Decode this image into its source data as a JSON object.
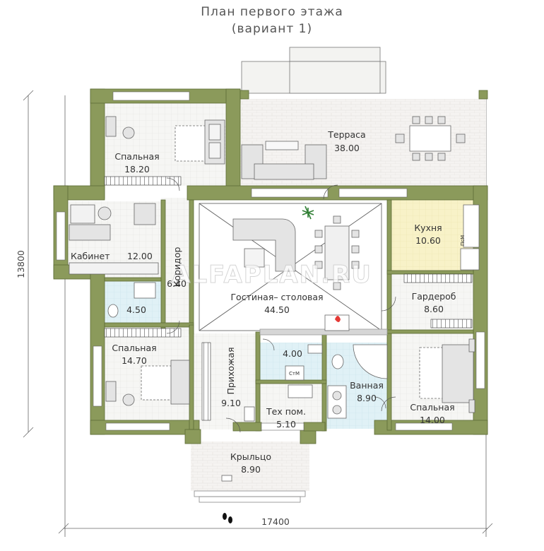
{
  "title": {
    "line1": "План первого этажа",
    "line2": "(вариант 1)"
  },
  "dimensions": {
    "width": "17400",
    "height": "13800"
  },
  "watermark": "ALFAPLAN.RU",
  "rooms": [
    {
      "id": "terrace",
      "name": "Терраса",
      "area": "38.00"
    },
    {
      "id": "bedroom-1",
      "name": "Спальная",
      "area": "18.20"
    },
    {
      "id": "study",
      "name": "Кабинет",
      "area": "12.00"
    },
    {
      "id": "corridor",
      "name": "Коридор",
      "area": "6.40"
    },
    {
      "id": "wc",
      "name": "",
      "area": "4.50"
    },
    {
      "id": "living",
      "name": "Гостиная– столовая",
      "area": "44.50"
    },
    {
      "id": "kitchen",
      "name": "Кухня",
      "area": "10.60"
    },
    {
      "id": "wardrobe",
      "name": "Гардероб",
      "area": "8.60"
    },
    {
      "id": "bedroom-2",
      "name": "Спальная",
      "area": "14.70"
    },
    {
      "id": "hallway",
      "name": "Прихожая",
      "area": "9.10"
    },
    {
      "id": "laundry",
      "name": "",
      "area": "4.00"
    },
    {
      "id": "tech",
      "name": "Тех пом.",
      "area": "5.10"
    },
    {
      "id": "bathroom",
      "name": "Ванная",
      "area": "8.90"
    },
    {
      "id": "bedroom-3",
      "name": "Спальная",
      "area": "14.00"
    },
    {
      "id": "porch",
      "name": "Крыльцо",
      "area": "8.90"
    }
  ],
  "fixtures": {
    "washer": "СтМ",
    "dishwasher": "ПсМ"
  },
  "colors": {
    "wall": "#8b9a5b",
    "wall_dark": "#6f7d45",
    "floor_tile": "#f4f4f2",
    "kitchen_floor": "#f7f1c6",
    "bath_floor": "#dff1f6",
    "terrace_floor": "#f2f0ee",
    "furniture": "#e2e2e2"
  }
}
